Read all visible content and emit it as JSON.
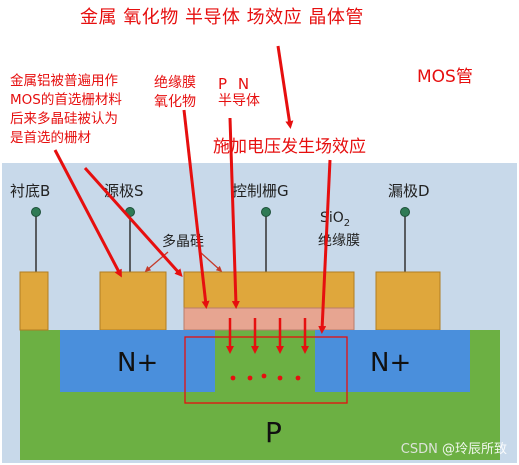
{
  "annotations": {
    "title": "金属 氧化物 半导体 场效应 晶体管",
    "mos": "MOS管",
    "left_note": [
      "金属铝被普遍用作",
      "MOS的首选栅材料",
      "后来多晶硅被认为",
      "是首选的栅材"
    ],
    "gate_oxide": [
      "绝缘膜",
      "氧化物"
    ],
    "pn": [
      "P N",
      "半导体"
    ],
    "field_effect": "施加电压发生场效应"
  },
  "terminals": {
    "substrate": "衬底B",
    "source": "源极S",
    "gate": "控制栅G",
    "drain": "漏极D"
  },
  "layers": {
    "polysilicon": "多晶硅",
    "oxide": "SiO2",
    "oxide_sub": "2",
    "oxide_prefix": "SiO",
    "insulator": "绝缘膜",
    "n_left": "N+",
    "n_right": "N+",
    "p_body": "P"
  },
  "watermark": {
    "csdn": "CSDN",
    "author": "@玲辰所致"
  },
  "colors": {
    "annotation_red": "#e60f0f",
    "metal": "#dfa73c",
    "substrate_green": "#6cb043",
    "n_plus_blue": "#4a8fdc",
    "oxide_pink": "#e7a591",
    "chip_bg": "#c8d9ea"
  }
}
